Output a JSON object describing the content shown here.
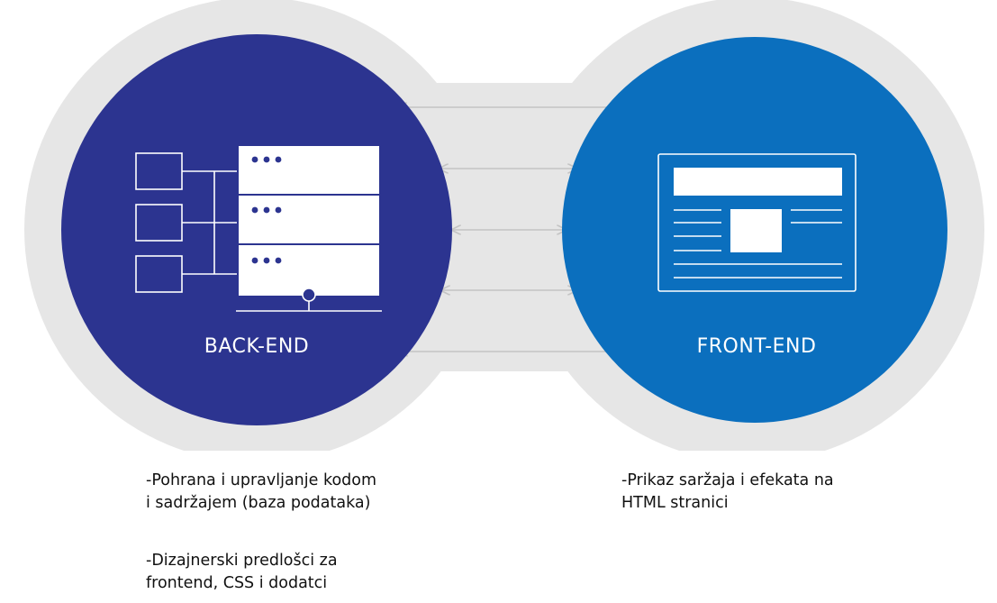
{
  "nodes": {
    "backend": {
      "label": "BACK-END",
      "color": "#2c3490",
      "icon": "server-rack-icon"
    },
    "frontend": {
      "label": "FRONT-END",
      "color": "#0b6fbe",
      "icon": "web-page-icon"
    }
  },
  "background_color": "#e6e6e6",
  "connector_color": "#c4c4c4",
  "descriptions": {
    "backend": [
      {
        "lines": [
          "-Pohrana i upravljanje kodom",
          "i sadržajem (baza podataka)"
        ]
      },
      {
        "lines": [
          "-Dizajnerski predlošci za",
          "frontend, CSS i dodatci"
        ]
      }
    ],
    "frontend": [
      {
        "lines": [
          "-Prikaz saržaja i efekata na",
          "HTML stranici"
        ]
      }
    ]
  }
}
